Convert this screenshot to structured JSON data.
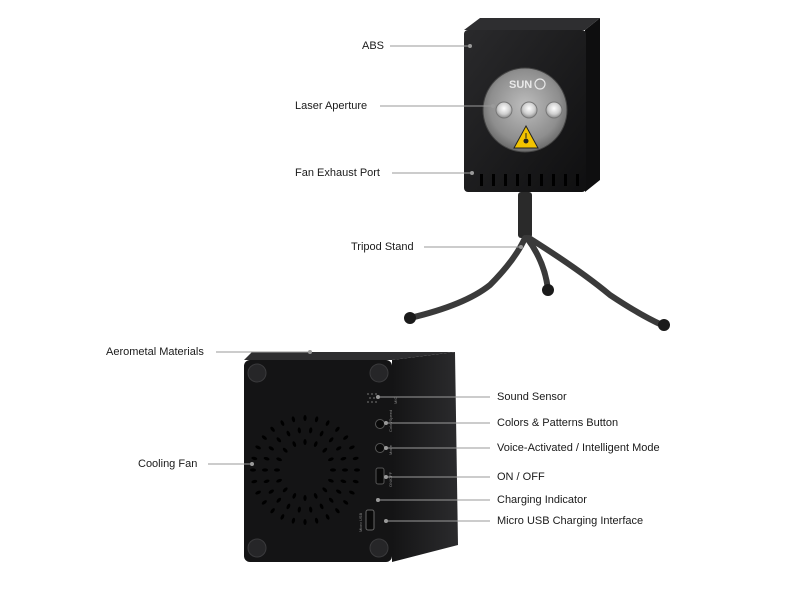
{
  "product": {
    "logo_text": "SUN"
  },
  "callouts_top": {
    "abs": "ABS",
    "laser_aperture": "Laser Aperture",
    "fan_exhaust_port": "Fan Exhaust Port",
    "tripod_stand": "Tripod Stand"
  },
  "callouts_bottom": {
    "aerometal_materials": "Aerometal Materials",
    "cooling_fan": "Cooling Fan",
    "sound_sensor": "Sound Sensor",
    "colors_patterns_button": "Colors & Patterns Button",
    "voice_intelligent_mode": "Voice-Activated / Intelligent Mode",
    "on_off": "ON / OFF",
    "charging_indicator": "Charging Indicator",
    "micro_usb": "Micro USB Charging Interface"
  },
  "side_panel_marks": {
    "mic": "MIC",
    "color_speed": "Color/Speed",
    "mode": "Mode",
    "on_off": "ON/OFF",
    "usb": "Micro USB"
  },
  "colors": {
    "device_body": "#1c1c1e",
    "device_edge": "#3a3a3c",
    "leader_line": "#9a9a9a",
    "warning_yellow": "#f2c300"
  },
  "icons": [
    "laser-warning-icon",
    "sound-sensor-icon",
    "micro-usb-port-icon"
  ]
}
